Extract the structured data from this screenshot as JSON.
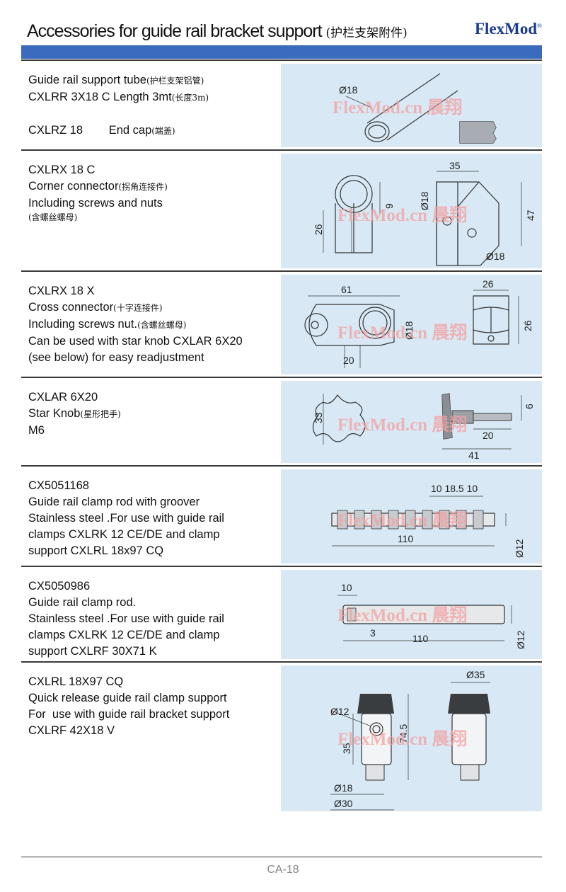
{
  "header": {
    "title": "Accessories for guide rail bracket support",
    "title_cn": "(护栏支架附件)",
    "brand": "FlexMod",
    "brand_mark": "®",
    "bar_color": "#3a6bbd"
  },
  "watermark": "FlexMod.cn 晨翔",
  "sections": [
    {
      "lines": [
        {
          "text": "Guide rail support tube",
          "cn": "(护栏支架铝管)"
        },
        {
          "text": "CXLRR 3X18 C  Length 3mt",
          "cn": "(长度3m)"
        },
        {
          "text": "",
          "cn": ""
        },
        {
          "text": "CXLRZ 18        End cap",
          "cn": "(端盖)"
        }
      ],
      "dims": [
        "Ø18"
      ]
    },
    {
      "lines": [
        {
          "text": "CXLRX 18 C",
          "cn": ""
        },
        {
          "text": "Corner connector",
          "cn": "(拐角连接件)"
        },
        {
          "text": "Including screws and nuts",
          "cn": ""
        },
        {
          "text": "",
          "cn": "(含螺丝螺母)"
        }
      ],
      "dims": [
        "35",
        "Ø18",
        "9",
        "26",
        "47",
        "Ø18"
      ]
    },
    {
      "lines": [
        {
          "text": "CXLRX 18 X",
          "cn": ""
        },
        {
          "text": "Cross connector",
          "cn": "(十字连接件)"
        },
        {
          "text": "Including screws nut.",
          "cn": "(含螺丝螺母)"
        },
        {
          "text": "Can be used with star knob CXLAR 6X20",
          "cn": ""
        },
        {
          "text": "(see below) for easy readjustment",
          "cn": ""
        }
      ],
      "dims": [
        "61",
        "Ø18",
        "20",
        "26",
        "26"
      ]
    },
    {
      "lines": [
        {
          "text": "CXLAR 6X20",
          "cn": ""
        },
        {
          "text": "Star Knob",
          "cn": "(星形把手)"
        },
        {
          "text": "M6",
          "cn": ""
        }
      ],
      "dims": [
        "33",
        "6",
        "20",
        "41"
      ]
    },
    {
      "lines": [
        {
          "text": "CX5051168",
          "cn": ""
        },
        {
          "text": "Guide rail clamp rod with groover",
          "cn": ""
        },
        {
          "text": "Stainless steel .For use with guide rail",
          "cn": ""
        },
        {
          "text": "clamps CXLRK 12 CE/DE and clamp",
          "cn": ""
        },
        {
          "text": "support CXLRL 18x97 CQ",
          "cn": ""
        }
      ],
      "dims": [
        "10 18.5 10",
        "110",
        "Ø12"
      ]
    },
    {
      "lines": [
        {
          "text": "CX5050986",
          "cn": ""
        },
        {
          "text": "Guide rail clamp rod.",
          "cn": ""
        },
        {
          "text": "Stainless steel .For use with guide rail",
          "cn": ""
        },
        {
          "text": "clamps CXLRK 12 CE/DE and clamp",
          "cn": ""
        },
        {
          "text": "support CXLRF 30X71 K",
          "cn": ""
        }
      ],
      "dims": [
        "10",
        "3",
        "110",
        "Ø12"
      ]
    },
    {
      "lines": [
        {
          "text": "CXLRL 18X97 CQ",
          "cn": ""
        },
        {
          "text": "Quick release guide rail clamp support",
          "cn": ""
        },
        {
          "text": "For  use with guide rail bracket support",
          "cn": ""
        },
        {
          "text": "CXLRF 42X18 V",
          "cn": ""
        }
      ],
      "dims": [
        "Ø35",
        "Ø12",
        "74.5",
        "35",
        "Ø18",
        "Ø30"
      ]
    }
  ],
  "footer": {
    "page": "CA-18"
  }
}
